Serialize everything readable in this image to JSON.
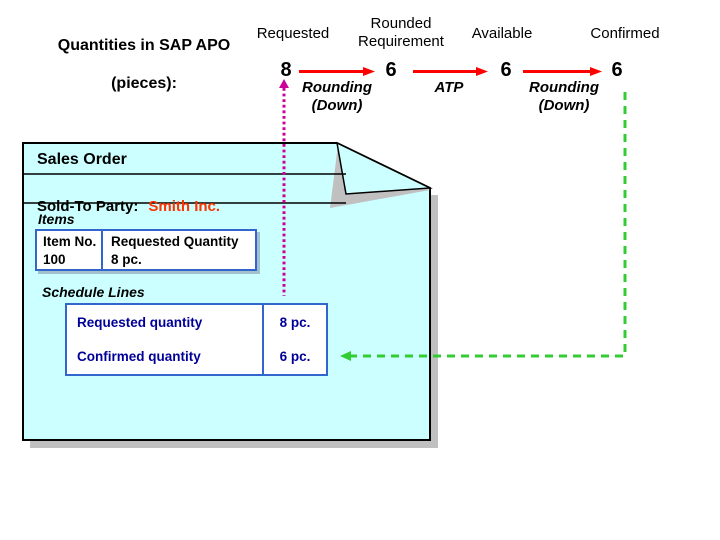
{
  "title": {
    "line1": "Quantities in SAP APO",
    "line2": "(pieces):"
  },
  "flow": {
    "columns": [
      "Requested",
      "Rounded Requirement",
      "Available",
      "Confirmed"
    ],
    "values": [
      "8",
      "6",
      "6",
      "6"
    ],
    "arrow_labels": [
      "Rounding (Down)",
      "ATP",
      "Rounding (Down)"
    ]
  },
  "document": {
    "title": "Sales Order",
    "sold_to_label": "Sold-To Party:",
    "sold_to_value": "Smith Inc.",
    "items_label": "Items",
    "items_table": {
      "col1_header": "Item No.",
      "col1_value": "100",
      "col2_header": "Requested Quantity",
      "col2_value": "8 pc."
    },
    "schedule_label": "Schedule Lines",
    "schedule_table": {
      "rows": [
        {
          "label": "Requested quantity",
          "value": "8 pc."
        },
        {
          "label": "Confirmed quantity",
          "value": "6 pc."
        }
      ]
    }
  },
  "colors": {
    "doc": "#CCFFFF",
    "shadow": "#C0C0C0",
    "red": "#FF0000",
    "magenta": "#CC0099",
    "green": "#33CC33",
    "navy": "#000099",
    "table_border": "#3366CC",
    "accent": "#FF3300"
  }
}
